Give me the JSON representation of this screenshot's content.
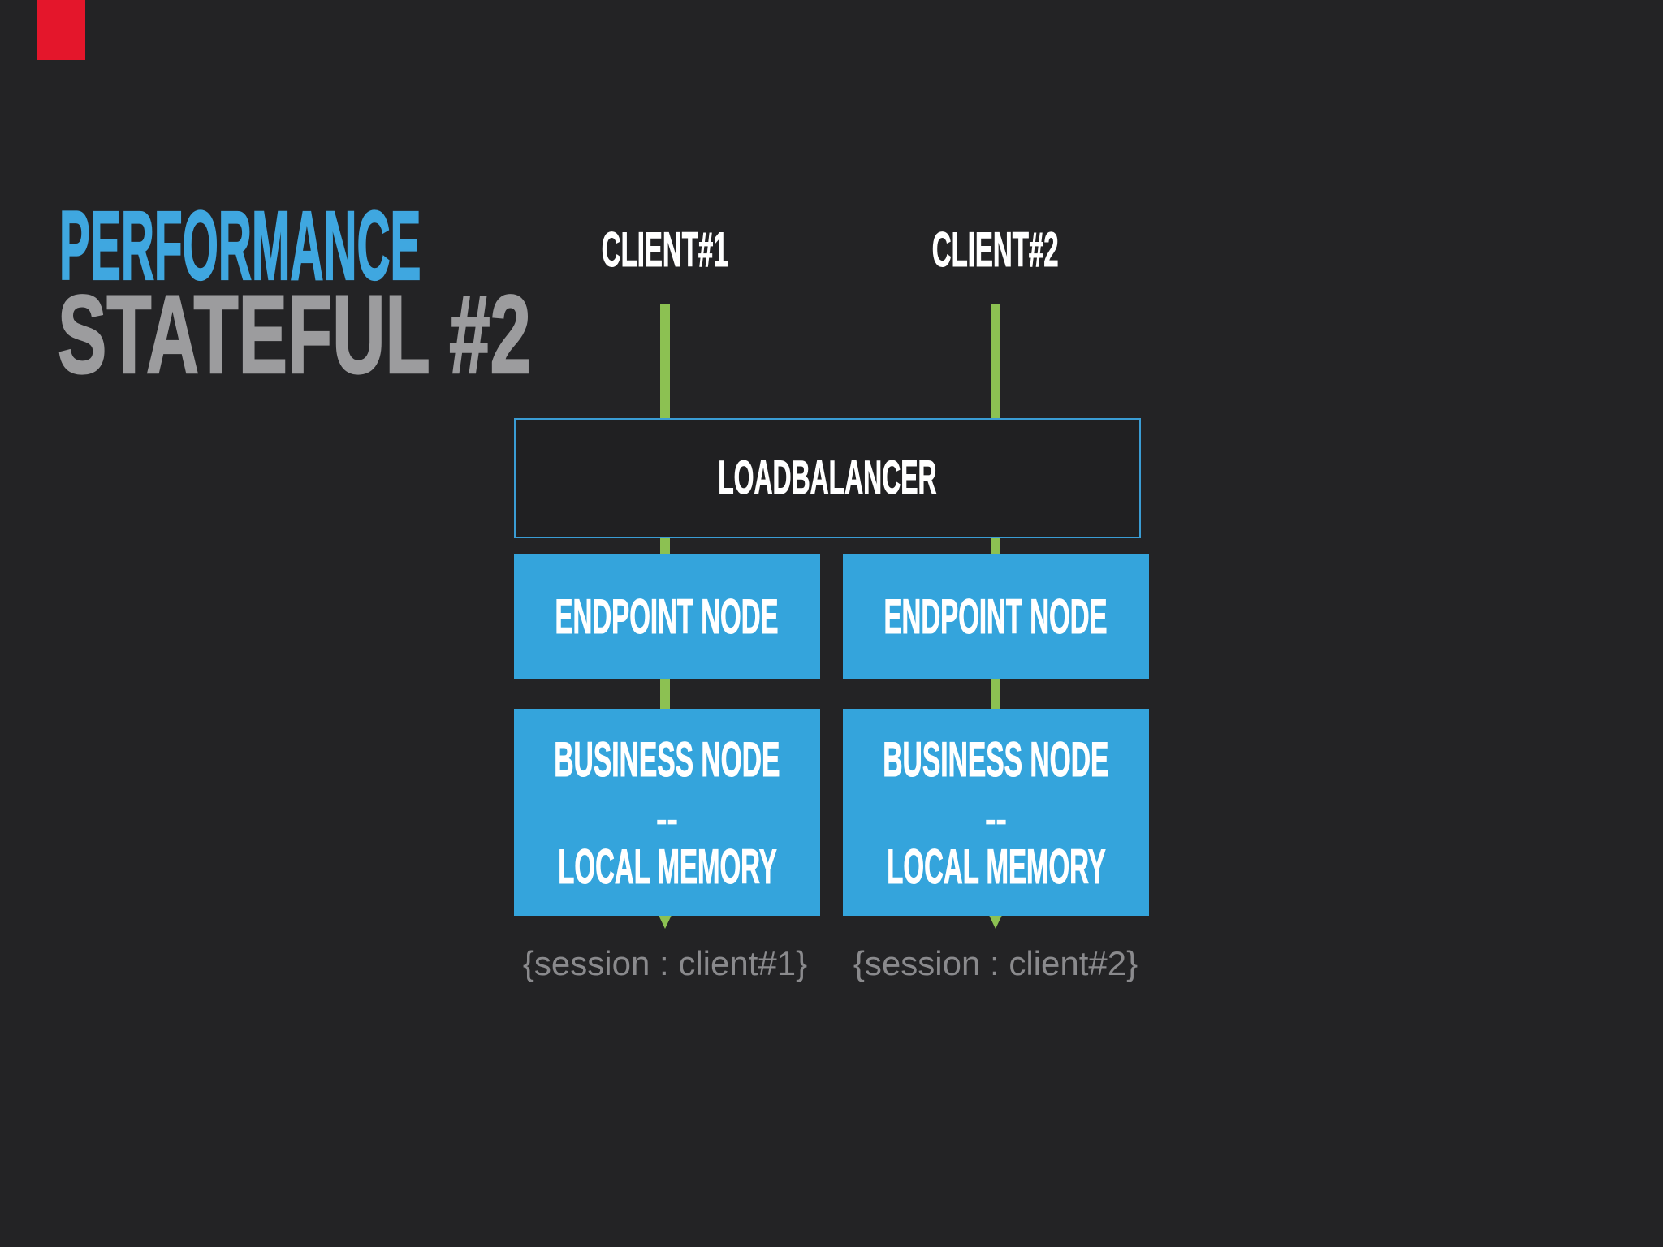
{
  "colors": {
    "background": "#232325",
    "brand_red": "#e4162b",
    "heading_blue": "#3fa7e0",
    "heading_gray": "#9c9c9e",
    "box_blue": "#34a4dc",
    "outline_blue": "#3a9cd4",
    "loadbalancer_fill": "#202022",
    "arrow_green": "#8cc152",
    "label_white": "#ffffff",
    "session_gray": "#8a8a8d"
  },
  "title": {
    "line1": "PERFORMANCE",
    "line2": "STATEFUL #2"
  },
  "clients": [
    {
      "label": "CLIENT#1"
    },
    {
      "label": "CLIENT#2"
    }
  ],
  "loadbalancer": {
    "label": "LOADBALANCER"
  },
  "columns": [
    {
      "endpoint_label": "ENDPOINT NODE",
      "business_line1": "BUSINESS NODE",
      "business_separator": "--",
      "business_line2": "LOCAL MEMORY",
      "session_label": "{session : client#1}"
    },
    {
      "endpoint_label": "ENDPOINT NODE",
      "business_line1": "BUSINESS NODE",
      "business_separator": "--",
      "business_line2": "LOCAL MEMORY",
      "session_label": "{session : client#2}"
    }
  ]
}
